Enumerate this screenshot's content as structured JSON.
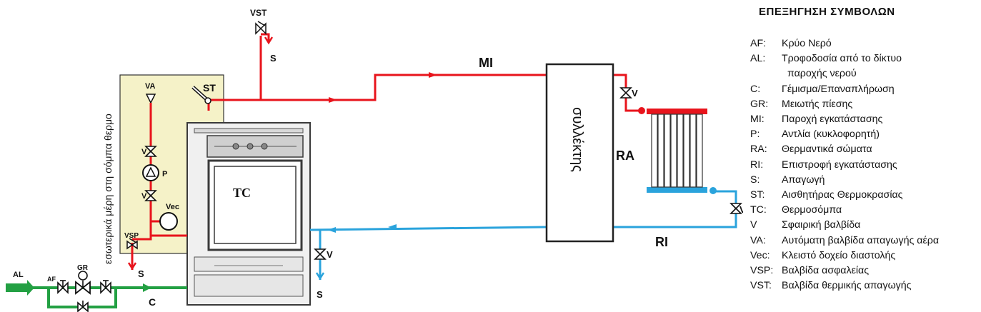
{
  "diagram": {
    "side_label": "εσωτερικά μέρη στη σόμπα θερμο",
    "collector_label": "συλλέκτης",
    "nodes": {
      "VST": "VST",
      "S_top": "S",
      "ST": "ST",
      "VA": "VA",
      "V_pump_top": "V",
      "P": "P",
      "V_pump_bottom": "V",
      "Vec": "Vec",
      "VSP": "VSP",
      "S_vsp": "S",
      "TC": "TC",
      "MI": "MI",
      "V_radiator": "V",
      "RA": "RA",
      "V_return": "V",
      "RI": "RI",
      "V_drain": "V",
      "S_drain": "S",
      "AL": "AL",
      "AF": "AF",
      "GR": "GR",
      "C": "C"
    },
    "colors": {
      "supply": "#e8141c",
      "return": "#2aa3dc",
      "feed": "#23a043",
      "panel": "#f5f2c8",
      "stove": "#3a3a3a"
    }
  },
  "legend": {
    "title": "ΕΠΕΞΗΓΗΣΗ ΣΥΜΒΟΛΩΝ",
    "items": [
      {
        "code": "AF:",
        "desc": "Κρύο Νερό"
      },
      {
        "code": "AL:",
        "desc": "Τροφοδοσία από το δίκτυο"
      },
      {
        "code": "",
        "desc": "παροχής νερού",
        "indent": true
      },
      {
        "code": "C:",
        "desc": "Γέμισμα/Επαναπλήρωση"
      },
      {
        "code": "GR:",
        "desc": "Μειωτής πίεσης"
      },
      {
        "code": "MI:",
        "desc": "Παροχή εγκατάστασης"
      },
      {
        "code": "P:",
        "desc": "Αντλία (κυκλοφορητή)"
      },
      {
        "code": "RA:",
        "desc": "Θερμαντικά σώματα"
      },
      {
        "code": "RI:",
        "desc": "Επιστροφή εγκατάστασης"
      },
      {
        "code": "S:",
        "desc": "Απαγωγή"
      },
      {
        "code": "ST:",
        "desc": "Αισθητήρας Θερμοκρασίας"
      },
      {
        "code": "TC:",
        "desc": "Θερμοσόμπα"
      },
      {
        "code": "V",
        "desc": "Σφαιρική βαλβίδα"
      },
      {
        "code": "VA:",
        "desc": "Αυτόματη βαλβίδα απαγωγής αέρα"
      },
      {
        "code": "Vec:",
        "desc": "Κλειστό δοχείο διαστολής"
      },
      {
        "code": "VSP:",
        "desc": "Βαλβίδα ασφαλείας"
      },
      {
        "code": "VST:",
        "desc": "Βαλβίδα θερμικής απαγωγής"
      }
    ]
  }
}
